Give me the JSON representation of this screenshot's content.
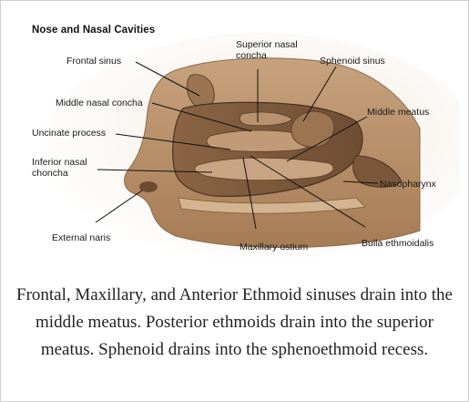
{
  "figure": {
    "title": "Nose and Nasal Cavities",
    "labels": {
      "frontal_sinus": "Frontal sinus",
      "superior_nasal_concha": "Superior nasal concha",
      "sphenoid_sinus": "Sphenoid sinus",
      "middle_nasal_concha": "Middle nasal concha",
      "middle_meatus": "Middle meatus",
      "uncinate_process": "Uncinate process",
      "inferior_nasal_choncha": "Inferior nasal choncha",
      "nasopharynx": "Nasopharynx",
      "external_naris": "External naris",
      "maxillary_ostium": "Maxillary ostium",
      "bulla_ethmoidalis": "Bulla ethmoidalis"
    }
  },
  "caption": "Frontal, Maxillary, and Anterior Ethmoid sinuses drain into the middle meatus. Posterior ethmoids drain into the superior meatus. Sphenoid drains into the sphenoethmoid recess."
}
